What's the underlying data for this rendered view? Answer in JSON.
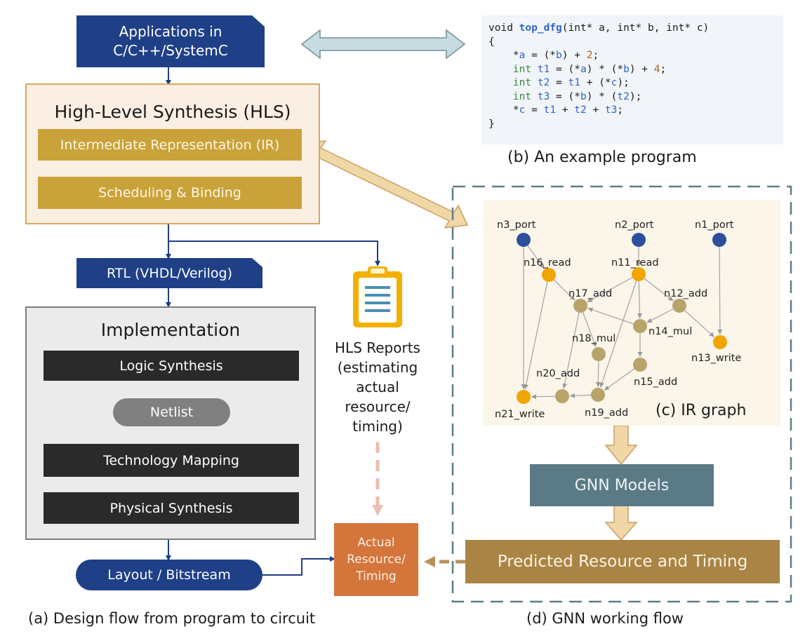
{
  "flow": {
    "applications_line1": "Applications in",
    "applications_line2": "C/C++/SystemC",
    "hls_title": "High-Level Synthesis (HLS)",
    "ir_label": "Intermediate Representation (IR)",
    "scheduling_label": "Scheduling & Binding",
    "rtl_label": "RTL (VHDL/Verilog)",
    "implementation_title": "Implementation",
    "logic_synthesis": "Logic Synthesis",
    "netlist": "Netlist",
    "technology_mapping": "Technology Mapping",
    "physical_synthesis": "Physical Synthesis",
    "layout_label": "Layout / Bitstream"
  },
  "reports": {
    "line1": "HLS Reports",
    "line2": "(estimating",
    "line3": "actual",
    "line4": "resource/",
    "line5": "timing)"
  },
  "actual": {
    "line1": "Actual",
    "line2": "Resource/",
    "line3": "Timing"
  },
  "program": {
    "line1_pre": "void ",
    "line1_fn": "top_dfg",
    "line1_post": "(int* a, int* b, int* c)",
    "line2": "{",
    "line3_a": "    *",
    "line3_b": "a",
    "line3_c": " = (*",
    "line3_d": "b",
    "line3_e": ") + ",
    "line3_f": "2",
    "line3_g": ";",
    "line4_a": "    ",
    "line4_ty": "int",
    "line4_v": " t1",
    "line4_b": " = (*",
    "line4_c": "a",
    "line4_d": ") * (*",
    "line4_e": "b",
    "line4_f": ") + ",
    "line4_n": "4",
    "line4_g": ";",
    "line5_a": "    ",
    "line5_ty": "int",
    "line5_v": " t2",
    "line5_b": " = ",
    "line5_c": "t1",
    "line5_d": " + (*",
    "line5_e": "c",
    "line5_f": ");",
    "line6_a": "    ",
    "line6_ty": "int",
    "line6_v": " t3",
    "line6_b": " = (*",
    "line6_c": "b",
    "line6_d": ") * (",
    "line6_e": "t2",
    "line6_f": ");",
    "line7_a": "    *",
    "line7_b": "c",
    "line7_c": " = ",
    "line7_d": "t1",
    "line7_e": " + ",
    "line7_f": "t2",
    "line7_g": " + ",
    "line7_h": "t3",
    "line7_i": ";",
    "line8": "}"
  },
  "ir_graph": {
    "caption": "(c) IR graph",
    "nodes": [
      {
        "id": "n3_port",
        "label": "n3_port",
        "kind": "port"
      },
      {
        "id": "n2_port",
        "label": "n2_port",
        "kind": "port"
      },
      {
        "id": "n1_port",
        "label": "n1_port",
        "kind": "port"
      },
      {
        "id": "n16_read",
        "label": "n16_read",
        "kind": "read"
      },
      {
        "id": "n11_read",
        "label": "n11_read",
        "kind": "read"
      },
      {
        "id": "n17_add",
        "label": "n17_add",
        "kind": "op"
      },
      {
        "id": "n12_add",
        "label": "n12_add",
        "kind": "op"
      },
      {
        "id": "n14_mul",
        "label": "n14_mul",
        "kind": "op"
      },
      {
        "id": "n18_mul",
        "label": "n18_mul",
        "kind": "op"
      },
      {
        "id": "n13_write",
        "label": "n13_write",
        "kind": "write"
      },
      {
        "id": "n15_add",
        "label": "n15_add",
        "kind": "op"
      },
      {
        "id": "n20_add",
        "label": "n20_add",
        "kind": "op"
      },
      {
        "id": "n19_add",
        "label": "n19_add",
        "kind": "op"
      },
      {
        "id": "n21_write",
        "label": "n21_write",
        "kind": "write"
      }
    ],
    "edges": [
      [
        "n3_port",
        "n16_read"
      ],
      [
        "n3_port",
        "n21_write"
      ],
      [
        "n2_port",
        "n11_read"
      ],
      [
        "n1_port",
        "n13_write"
      ],
      [
        "n16_read",
        "n17_add"
      ],
      [
        "n16_read",
        "n21_write"
      ],
      [
        "n11_read",
        "n17_add"
      ],
      [
        "n11_read",
        "n12_add"
      ],
      [
        "n11_read",
        "n14_mul"
      ],
      [
        "n11_read",
        "n19_add"
      ],
      [
        "n12_add",
        "n14_mul"
      ],
      [
        "n12_add",
        "n13_write"
      ],
      [
        "n17_add",
        "n18_mul"
      ],
      [
        "n17_add",
        "n20_add"
      ],
      [
        "n14_mul",
        "n15_add"
      ],
      [
        "n14_mul",
        "n17_add"
      ],
      [
        "n18_mul",
        "n19_add"
      ],
      [
        "n15_add",
        "n19_add"
      ],
      [
        "n19_add",
        "n20_add"
      ],
      [
        "n20_add",
        "n21_write"
      ]
    ]
  },
  "gnn": {
    "models": "GNN Models",
    "predicted": "Predicted Resource and Timing"
  },
  "captions": {
    "a": "(a) Design flow from program to circuit",
    "b": "(b) An example program",
    "d": "(d) GNN working flow"
  },
  "colors": {
    "navy": "#1f3f87",
    "gold": "#c9a23a",
    "port": "#2d4f9e",
    "read_write": "#f0a500",
    "op": "#b8a46a",
    "gnn_box": "#5a7a86",
    "predicted_box": "#a98444",
    "actual_box": "#d4753c"
  }
}
